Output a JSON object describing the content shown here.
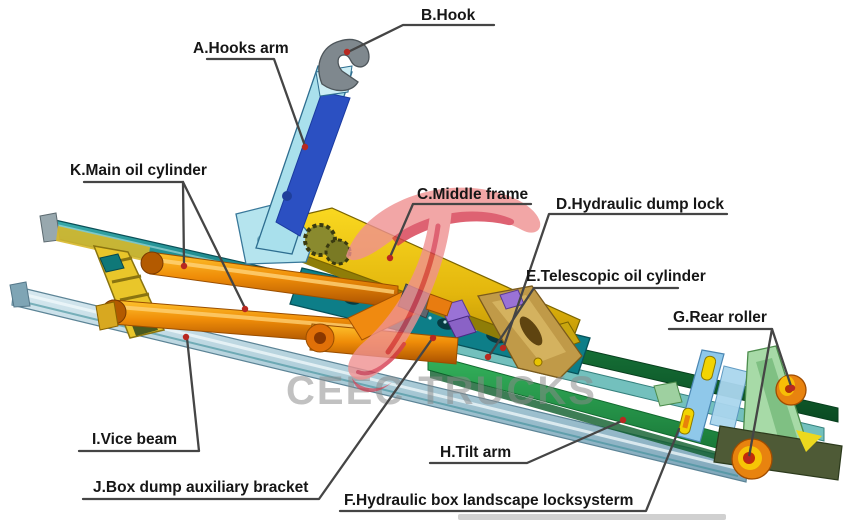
{
  "watermark": "CEEC TRUCKS",
  "labels": {
    "a": "A.Hooks arm",
    "b": "B.Hook",
    "c": "C.Middle frame",
    "d": "D.Hydraulic dump lock",
    "e": "E.Telescopic oil cylinder",
    "f": "F.Hydraulic box landscape locksysterm",
    "g": "G.Rear roller",
    "h": "H.Tilt arm",
    "i": "I.Vice beam",
    "j": "J.Box dump auxiliary bracket",
    "k": "K.Main oil cylinder"
  },
  "colors": {
    "label_text": "#161616",
    "leader_line": "#454545",
    "marker_dot": "#b82820",
    "watermark_gray": "#8a8a8a",
    "logo_pink": "#ef9191",
    "logo_red": "#d63c50",
    "beam_teal": "#1b8c8e",
    "beam_steel_blue": "#a9cad6",
    "rail_green": "#27a04e",
    "cylinder_orange": "#e8830f",
    "arm_gold": "#e8c21a",
    "hook_arm_blue": "#2b50c2",
    "hook_gray": "#7f888e"
  }
}
